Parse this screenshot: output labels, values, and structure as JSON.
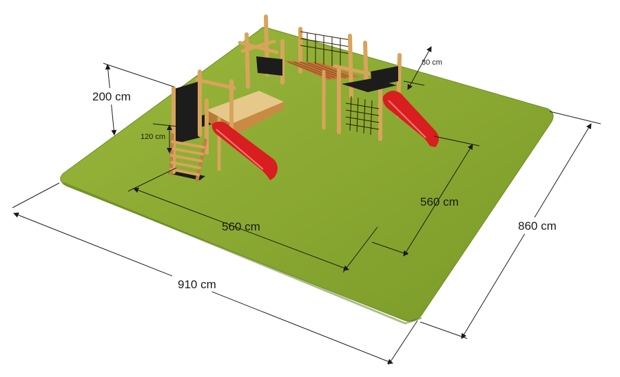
{
  "dimensions": {
    "total_width": "910 cm",
    "total_depth": "860 cm",
    "equipment_width": "560 cm",
    "equipment_depth": "560 cm",
    "height": "200 cm",
    "platform_height": "120 cm",
    "bridge_height": "80 cm"
  },
  "colors": {
    "grass": "#9bb83c",
    "grass_dark": "#7a9a28",
    "wood": "#d8a45c",
    "slide": "#d81e1e",
    "panel": "#1c1c1c",
    "sand": "#e6c98a"
  }
}
